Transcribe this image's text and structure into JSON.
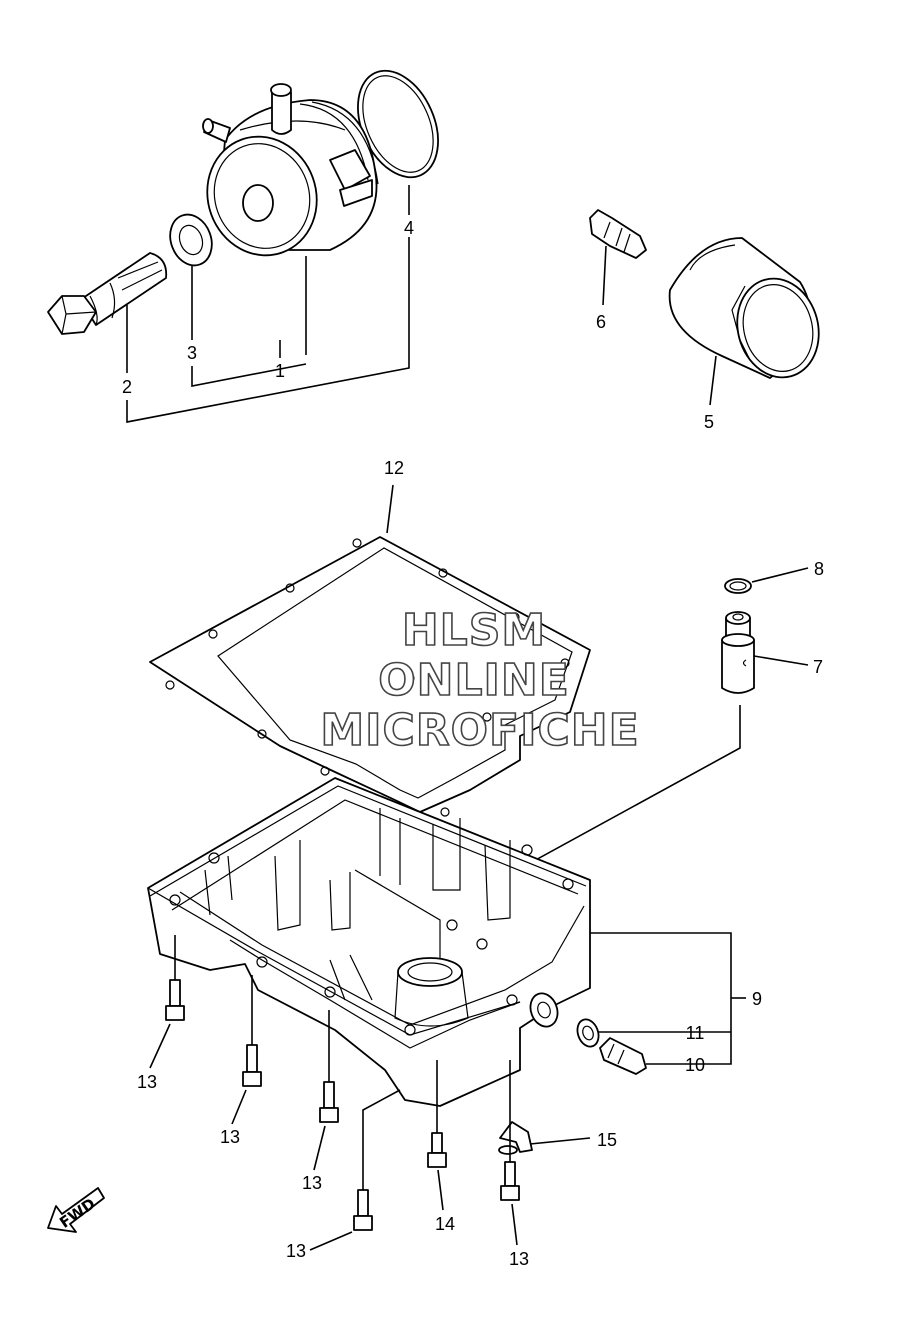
{
  "watermark": {
    "line1": "HLSM",
    "line2": "ONLINE",
    "line3": "MICROFICHE"
  },
  "direction_arrow": {
    "label": "FWD",
    "icon": "forward-arrow-icon"
  },
  "callouts": {
    "c1": "1",
    "c2": "2",
    "c3": "3",
    "c4": "4",
    "c5": "5",
    "c6": "6",
    "c7": "7",
    "c8": "8",
    "c9": "9",
    "c10": "10",
    "c11": "11",
    "c12": "12",
    "c13": "13",
    "c14": "14",
    "c15": "15"
  },
  "parts": [
    {
      "ref": "1",
      "name": "oil-cooler-icon"
    },
    {
      "ref": "2",
      "name": "union-bolt-icon"
    },
    {
      "ref": "3",
      "name": "washer-icon"
    },
    {
      "ref": "4",
      "name": "o-ring-icon"
    },
    {
      "ref": "5",
      "name": "oil-filter-cartridge-icon"
    },
    {
      "ref": "6",
      "name": "fitting-stud-icon"
    },
    {
      "ref": "7",
      "name": "relief-valve-icon"
    },
    {
      "ref": "8",
      "name": "small-o-ring-icon"
    },
    {
      "ref": "9",
      "name": "drain-plug-assembly-bracket"
    },
    {
      "ref": "10",
      "name": "drain-plug-icon"
    },
    {
      "ref": "11",
      "name": "gasket-washer-icon"
    },
    {
      "ref": "12",
      "name": "oil-pan-gasket-icon"
    },
    {
      "ref": "13",
      "name": "bolt-icon"
    },
    {
      "ref": "14",
      "name": "bolt-icon"
    },
    {
      "ref": "15",
      "name": "clamp-icon"
    }
  ]
}
